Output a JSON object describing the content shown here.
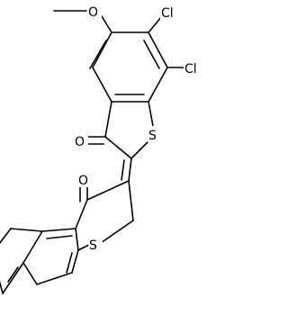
{
  "molecule": {
    "atoms": {
      "cl1": "Cl",
      "cl2": "Cl",
      "o_methoxy": "O",
      "s_thio1": "S",
      "o_ketone1": "O",
      "o_ketone2": "O",
      "s_thio2": "S"
    }
  }
}
